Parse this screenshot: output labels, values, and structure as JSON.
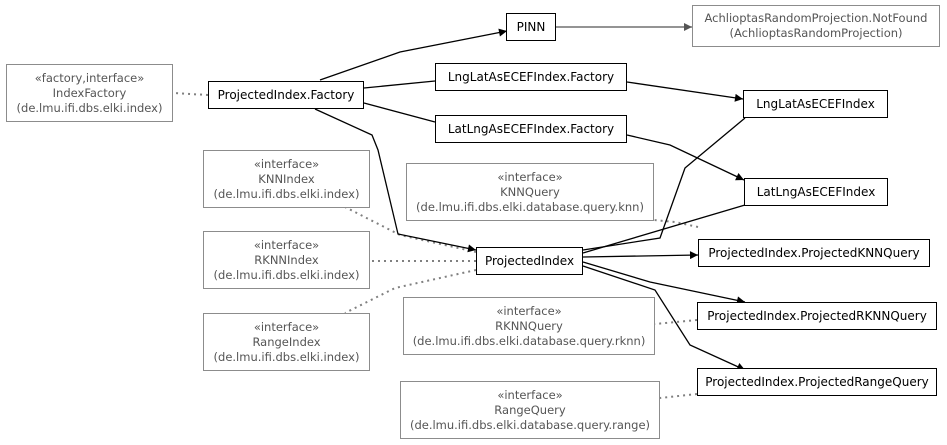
{
  "nodes": {
    "pinn": {
      "name": "PINN"
    },
    "notfound": {
      "name": "AchlioptasRandomProjection.NotFound",
      "pkg": "(AchlioptasRandomProjection)"
    },
    "indexfactory": {
      "stereotype": "«factory,interface»",
      "name": "IndexFactory",
      "pkg": "(de.lmu.ifi.dbs.elki.index)"
    },
    "pi_factory": {
      "name": "ProjectedIndex.Factory"
    },
    "lnglat_factory": {
      "name": "LngLatAsECEFIndex.Factory"
    },
    "latlng_factory": {
      "name": "LatLngAsECEFIndex.Factory"
    },
    "lnglat_index": {
      "name": "LngLatAsECEFIndex"
    },
    "latlng_index": {
      "name": "LatLngAsECEFIndex"
    },
    "knnindex": {
      "stereotype": "«interface»",
      "name": "KNNIndex",
      "pkg": "(de.lmu.ifi.dbs.elki.index)"
    },
    "knnquery": {
      "stereotype": "«interface»",
      "name": "KNNQuery",
      "pkg": "(de.lmu.ifi.dbs.elki.database.query.knn)"
    },
    "rknnindex": {
      "stereotype": "«interface»",
      "name": "RKNNIndex",
      "pkg": "(de.lmu.ifi.dbs.elki.index)"
    },
    "projectedindex": {
      "name": "ProjectedIndex"
    },
    "pknnquery": {
      "name": "ProjectedIndex.ProjectedKNNQuery"
    },
    "rangeindex": {
      "stereotype": "«interface»",
      "name": "RangeIndex",
      "pkg": "(de.lmu.ifi.dbs.elki.index)"
    },
    "rknnquery": {
      "stereotype": "«interface»",
      "name": "RKNNQuery",
      "pkg": "(de.lmu.ifi.dbs.elki.database.query.rknn)"
    },
    "prknnquery": {
      "name": "ProjectedIndex.ProjectedRKNNQuery"
    },
    "rangequery": {
      "stereotype": "«interface»",
      "name": "RangeQuery",
      "pkg": "(de.lmu.ifi.dbs.elki.database.query.range)"
    },
    "prangequery": {
      "name": "ProjectedIndex.ProjectedRangeQuery"
    }
  },
  "colors": {
    "class_border": "#000000",
    "external_border": "#8c8c8c",
    "external_text": "#555555",
    "edge_solid": "#000000",
    "edge_dotted": "#808080"
  }
}
